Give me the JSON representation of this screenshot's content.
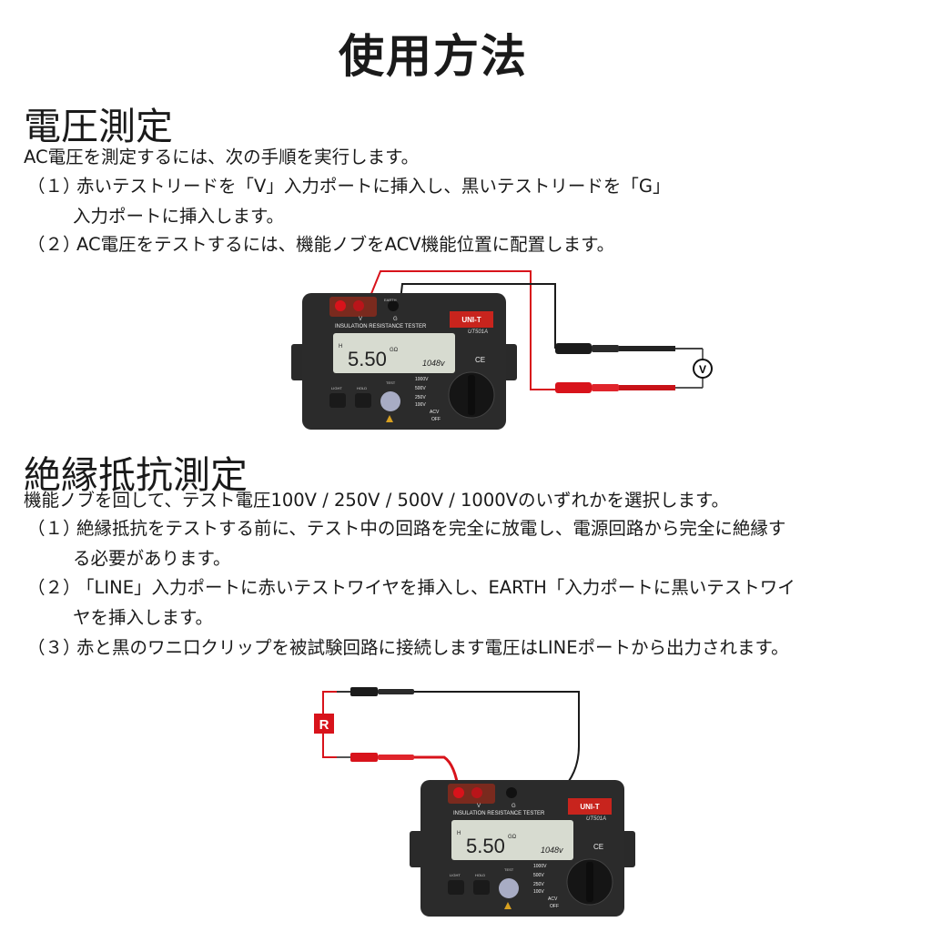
{
  "title": "使用方法",
  "section_voltage": {
    "heading": "電圧測定",
    "intro": "AC電圧を測定するには、次の手順を実行します。",
    "steps": [
      {
        "num": "（１）",
        "line1": "赤いテストリードを「V」入力ポートに挿入し、黒いテストリードを「G」",
        "line2": "入力ポートに挿入します。"
      },
      {
        "num": "（２）",
        "line1": "AC電圧をテストするには、機能ノブをACV機能位置に配置します。"
      }
    ],
    "meter_symbol": "V"
  },
  "section_insulation": {
    "heading": "絶縁抵抗測定",
    "intro": "機能ノブを回して、テスト電圧100V / 250V / 500V / 1000Vのいずれかを選択します。",
    "steps": [
      {
        "num": "（１）",
        "line1": "絶縁抵抗をテストする前に、テスト中の回路を完全に放電し、電源回路から完全に絶縁す",
        "line2": "る必要があります。"
      },
      {
        "num": "（２）",
        "line1": "「LINE」入力ポートに赤いテストワイヤを挿入し、EARTH「入力ポートに黒いテストワイ",
        "line2": "ヤを挿入します。"
      },
      {
        "num": "（３）",
        "line1": "赤と黒のワニ口クリップを被試験回路に接続します電圧はLINEポートから出力されます。"
      }
    ],
    "resistor_symbol": "R"
  },
  "device": {
    "brand": "UNI-T",
    "model": "UT501A",
    "panel_label": "INSULATION RESISTANCE TESTER",
    "lcd_main": "5.50",
    "lcd_unit": "GΩ",
    "lcd_sub": "1048v",
    "lcd_mode": "H",
    "buttons": [
      "LIGHT",
      "HOLD",
      "TEST"
    ],
    "dial_positions": [
      "1000V",
      "500V",
      "250V",
      "100V",
      "ACV",
      "OFF"
    ],
    "port_labels": [
      "V",
      "G"
    ],
    "ce_mark": "CE",
    "earth_label": "EARTH"
  },
  "colors": {
    "red_lead": "#d8131b",
    "black_lead": "#1b1b1b",
    "device_body": "#2b2b2b",
    "accent_red": "#c8241d"
  }
}
